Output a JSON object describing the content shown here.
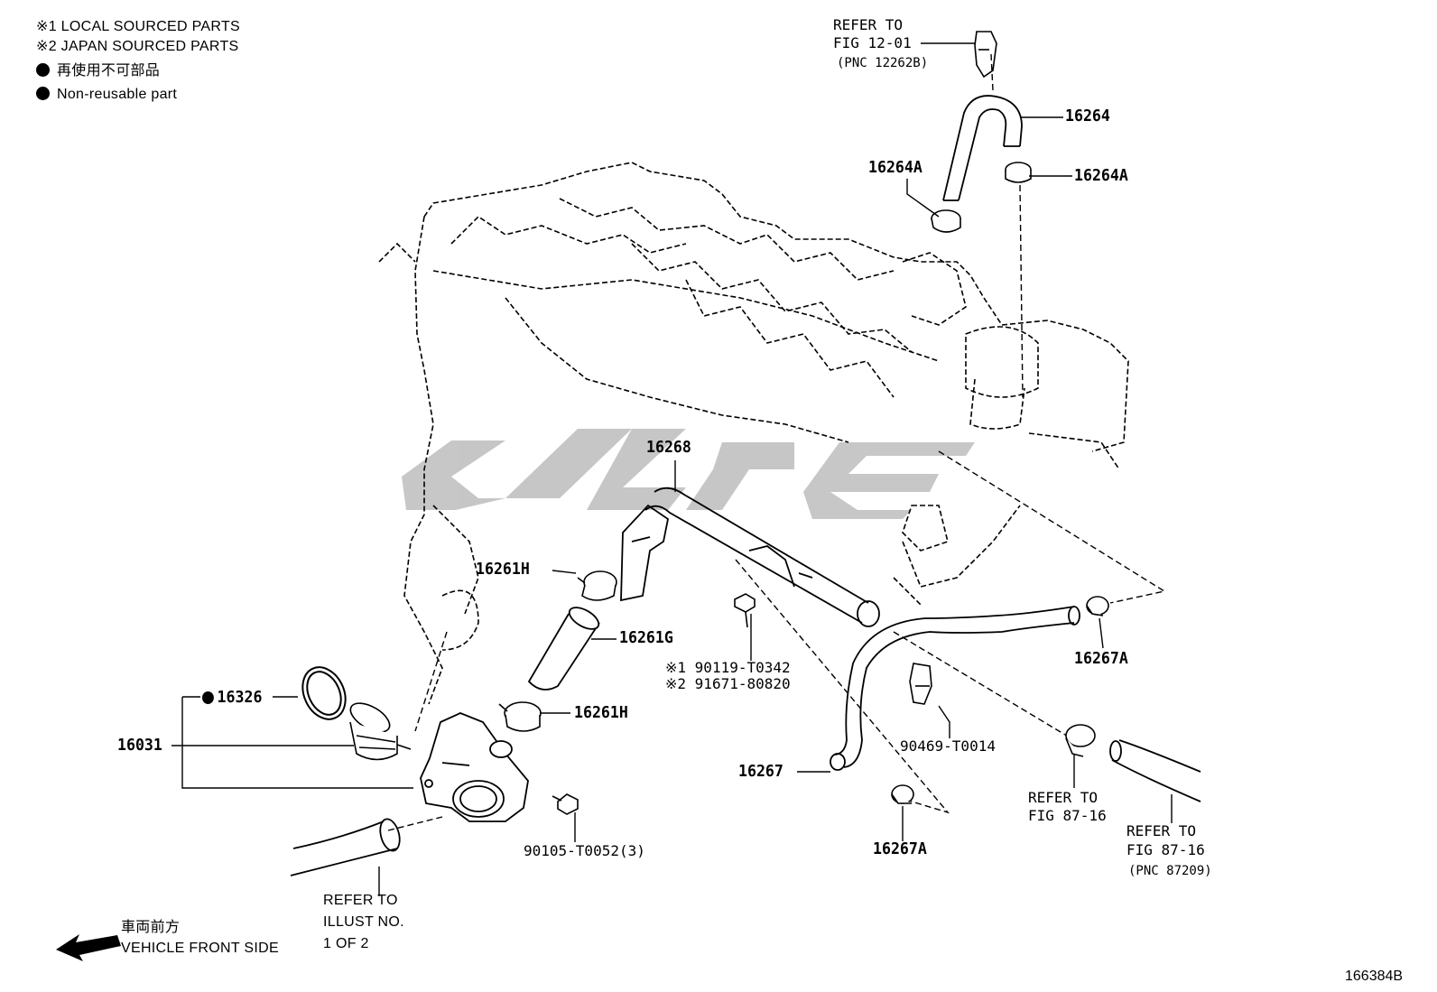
{
  "notes": {
    "local": "※1 LOCAL SOURCED PARTS",
    "japan": "※2 JAPAN SOURCED PARTS",
    "nonreusable_jp": "再使用不可部品",
    "nonreusable_en": "Non-reusable part"
  },
  "refs": {
    "top_line1": "REFER TO",
    "top_line2": "FIG 12-01",
    "top_pnc": "(PNC 12262B)",
    "mid_line1": "REFER TO",
    "mid_line2": "FIG 87-16",
    "right_line1": "REFER TO",
    "right_line2": "FIG 87-16",
    "right_pnc": "(PNC 87209)",
    "illust_line1": "REFER TO",
    "illust_line2": "ILLUST NO.",
    "illust_line3": "1 OF 2"
  },
  "parts": {
    "p16264": "16264",
    "p16264A_left": "16264A",
    "p16264A_right": "16264A",
    "p16268": "16268",
    "p16261H_top": "16261H",
    "p16261G": "16261G",
    "p16261H_bottom": "16261H",
    "p16326": "16326",
    "p16031": "16031",
    "p90119": "※1 90119-T0342",
    "p91671": "※2 91671-80820",
    "p90469": "90469-T0014",
    "p16267": "16267",
    "p16267A_right": "16267A",
    "p16267A_bottom": "16267A",
    "p90105": "90105-T0052(3)"
  },
  "direction": {
    "jp": "車両前方",
    "en": "VEHICLE FRONT SIDE"
  },
  "figure_id": "166384B"
}
